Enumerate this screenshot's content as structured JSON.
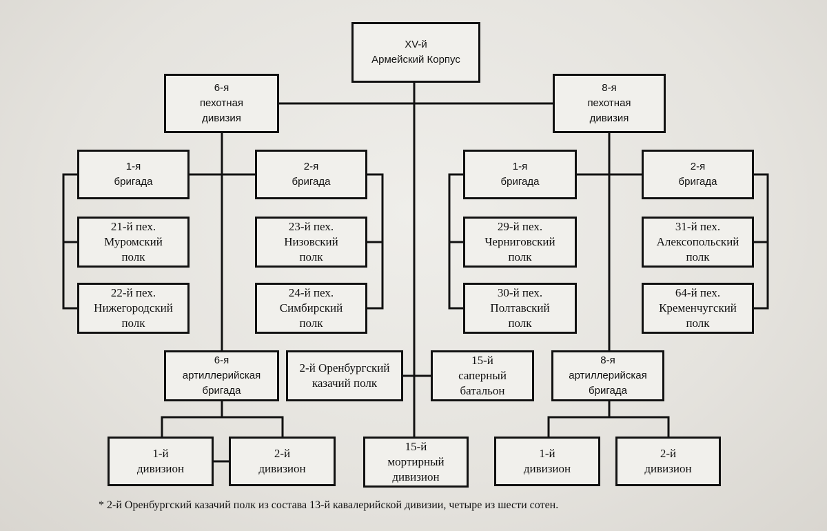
{
  "diagram": {
    "corps": [
      "XV-й",
      "Армейский Корпус"
    ],
    "div6": {
      "name": [
        "6-я",
        "пехотная",
        "дивизия"
      ],
      "brigade1": [
        "1-я",
        "бригада"
      ],
      "brigade2": [
        "2-я",
        "бригада"
      ],
      "reg21": [
        "21-й пех.",
        "Муромский",
        "полк"
      ],
      "reg22": [
        "22-й пех.",
        "Нижегородский",
        "полк"
      ],
      "reg23": [
        "23-й пех.",
        "Низовский",
        "полк"
      ],
      "reg24": [
        "24-й пех.",
        "Симбирский",
        "полк"
      ],
      "artillery": [
        "6-я",
        "артиллерийская",
        "бригада"
      ],
      "art_div1": [
        "1-й",
        "дивизион"
      ],
      "art_div2": [
        "2-й",
        "дивизион"
      ]
    },
    "div8": {
      "name": [
        "8-я",
        "пехотная",
        "дивизия"
      ],
      "brigade1": [
        "1-я",
        "бригада"
      ],
      "brigade2": [
        "2-я",
        "бригада"
      ],
      "reg29": [
        "29-й пех.",
        "Черниговский",
        "полк"
      ],
      "reg30": [
        "30-й пех.",
        "Полтавский",
        "полк"
      ],
      "reg31": [
        "31-й пех.",
        "Алексопольский",
        "полк"
      ],
      "reg64": [
        "64-й пех.",
        "Кременчугский",
        "полк"
      ],
      "artillery": [
        "8-я",
        "артиллерийская",
        "бригада"
      ],
      "art_div1": [
        "1-й",
        "дивизион"
      ],
      "art_div2": [
        "2-й",
        "дивизион"
      ]
    },
    "cossack": [
      "2-й Оренбургский",
      "казачий полк"
    ],
    "sapper": [
      "15-й",
      "саперный",
      "батальон"
    ],
    "mortar": [
      "15-й",
      "мортирный",
      "дивизион"
    ]
  },
  "footnote": "* 2-й Оренбургский казачий полк из состава 13-й кавалерийской дивизии, четыре из шести сотен."
}
